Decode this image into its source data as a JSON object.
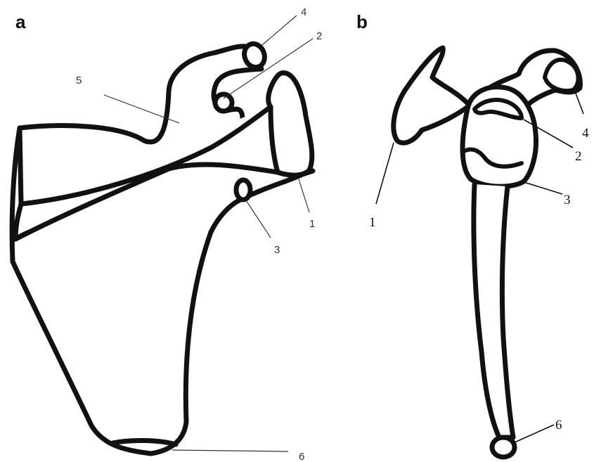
{
  "panels": [
    {
      "id": "a",
      "label": "a",
      "markers": [
        "1",
        "2",
        "3",
        "4",
        "5",
        "6"
      ]
    },
    {
      "id": "b",
      "label": "b",
      "markers": [
        "1",
        "2",
        "3",
        "4",
        "6"
      ]
    }
  ],
  "colors": {
    "outline": "#111111",
    "leader_line": "#333333",
    "background": "#ffffff"
  }
}
